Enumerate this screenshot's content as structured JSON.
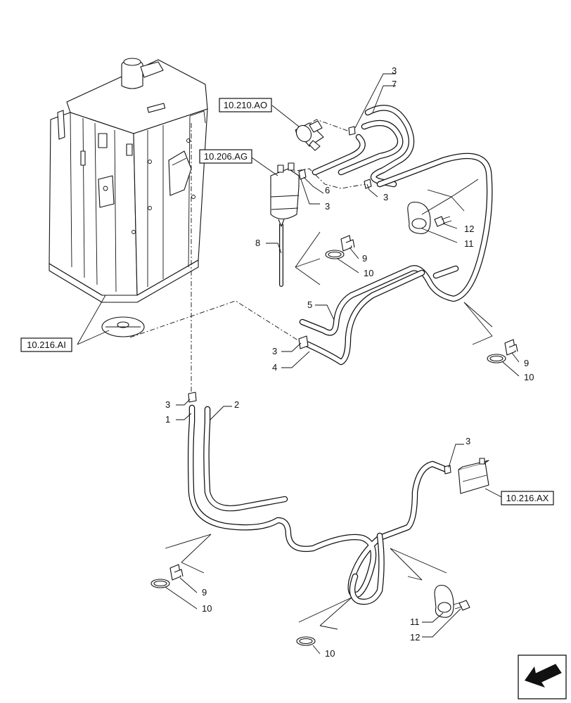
{
  "references": [
    {
      "id": "ref-10-210-ao",
      "text": "10.210.AO"
    },
    {
      "id": "ref-10-206-ag",
      "text": "10.206.AG"
    },
    {
      "id": "ref-10-216-ai",
      "text": "10.216.AI"
    },
    {
      "id": "ref-10-216-ax",
      "text": "10.216.AX"
    }
  ],
  "callouts": {
    "c3a": "3",
    "c7": "7",
    "c6": "6",
    "c3b": "3",
    "c3c": "3",
    "c12a": "12",
    "c11a": "11",
    "c8": "8",
    "c9a": "9",
    "c10a": "10",
    "c5": "5",
    "c3d": "3",
    "c4": "4",
    "c9b": "9",
    "c10b": "10",
    "c3e": "3",
    "c2": "2",
    "c1": "1",
    "c3f": "3",
    "c9c": "9",
    "c10c": "10",
    "c11b": "11",
    "c12b": "12",
    "c10d": "10"
  },
  "icons": {
    "nav": "direction-arrow-icon"
  }
}
